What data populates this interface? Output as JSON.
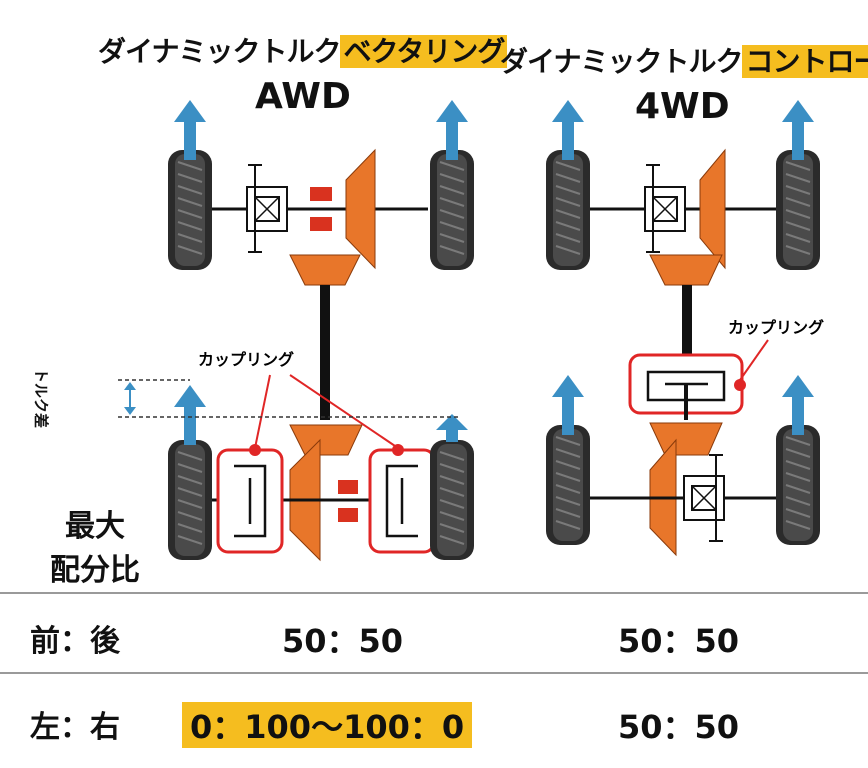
{
  "left_system": {
    "title_prefix": "ダイナミックトルク",
    "title_highlight": "ベクタリング",
    "subtitle": "AWD",
    "coupling_label": "カップリング",
    "torque_diff_label": "トルク差"
  },
  "right_system": {
    "title_prefix": "ダイナミックトルク",
    "title_highlight": "コントロール",
    "subtitle": "4WD",
    "coupling_label": "カップリング"
  },
  "table": {
    "header": "最大配分比",
    "header_line1": "最大",
    "header_line2": "配分比",
    "rows": [
      {
        "label": "前：後",
        "awd": "50：50",
        "fourwd": "50：50"
      },
      {
        "label": "左：右",
        "awd": "0：100〜100：0",
        "fourwd": "50：50"
      }
    ]
  },
  "colors": {
    "highlight": "#f5bd1f",
    "arrow": "#3b8fc4",
    "gear": "#e8762a",
    "coupling_outline": "#e02626",
    "clutch": "#d9321f"
  }
}
